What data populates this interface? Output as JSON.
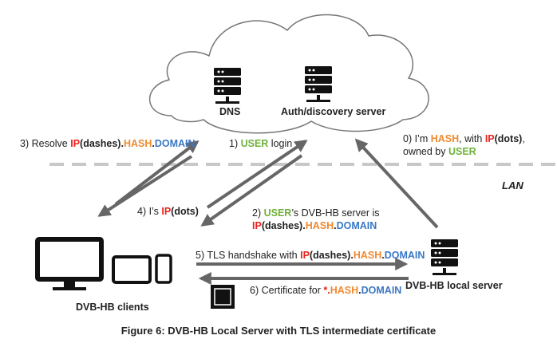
{
  "nodes": {
    "dns": "DNS",
    "auth": "Auth/discovery server",
    "clients": "DVB-HB clients",
    "local_server": "DVB-HB local server"
  },
  "zone": {
    "lan": "LAN"
  },
  "steps": {
    "s0": {
      "a": "0) I’m ",
      "hash": "HASH",
      "b": ", with ",
      "ip": "IP",
      "dots": "(dots)",
      "c": ",",
      "d": "owned by ",
      "user": "USER"
    },
    "s1": {
      "a": "1) ",
      "user": "USER",
      "b": " login"
    },
    "s2": {
      "a": "2) ",
      "user": "USER",
      "b": "’s DVB-HB server is",
      "ip": "IP",
      "dashes": "(dashes).",
      "hash": "HASH",
      "dot": ".",
      "domain": "DOMAIN"
    },
    "s3": {
      "a": "3) Resolve ",
      "ip": "IP",
      "dashes": "(dashes).",
      "hash": "HASH",
      "dot": ".",
      "domain": "DOMAIN"
    },
    "s4": {
      "a": "4) I’s ",
      "ip": "IP",
      "dots": "(dots)"
    },
    "s5": {
      "a": "5) TLS handshake with ",
      "ip": "IP",
      "dashes": "(dashes).",
      "hash": "HASH",
      "dot": ".",
      "domain": "DOMAIN"
    },
    "s6": {
      "a": "6) Certificate for ",
      "star": "*.",
      "hash": "HASH",
      "dot": ".",
      "domain": "DOMAIN"
    }
  },
  "caption": "Figure 6: DVB-HB Local Server with TLS intermediate certificate",
  "colors": {
    "ip": "#e8231f",
    "hash": "#f0892f",
    "domain": "#3b78c4",
    "user": "#6fb13a",
    "arrow": "#666666",
    "lan_line": "#c8c8c8"
  }
}
